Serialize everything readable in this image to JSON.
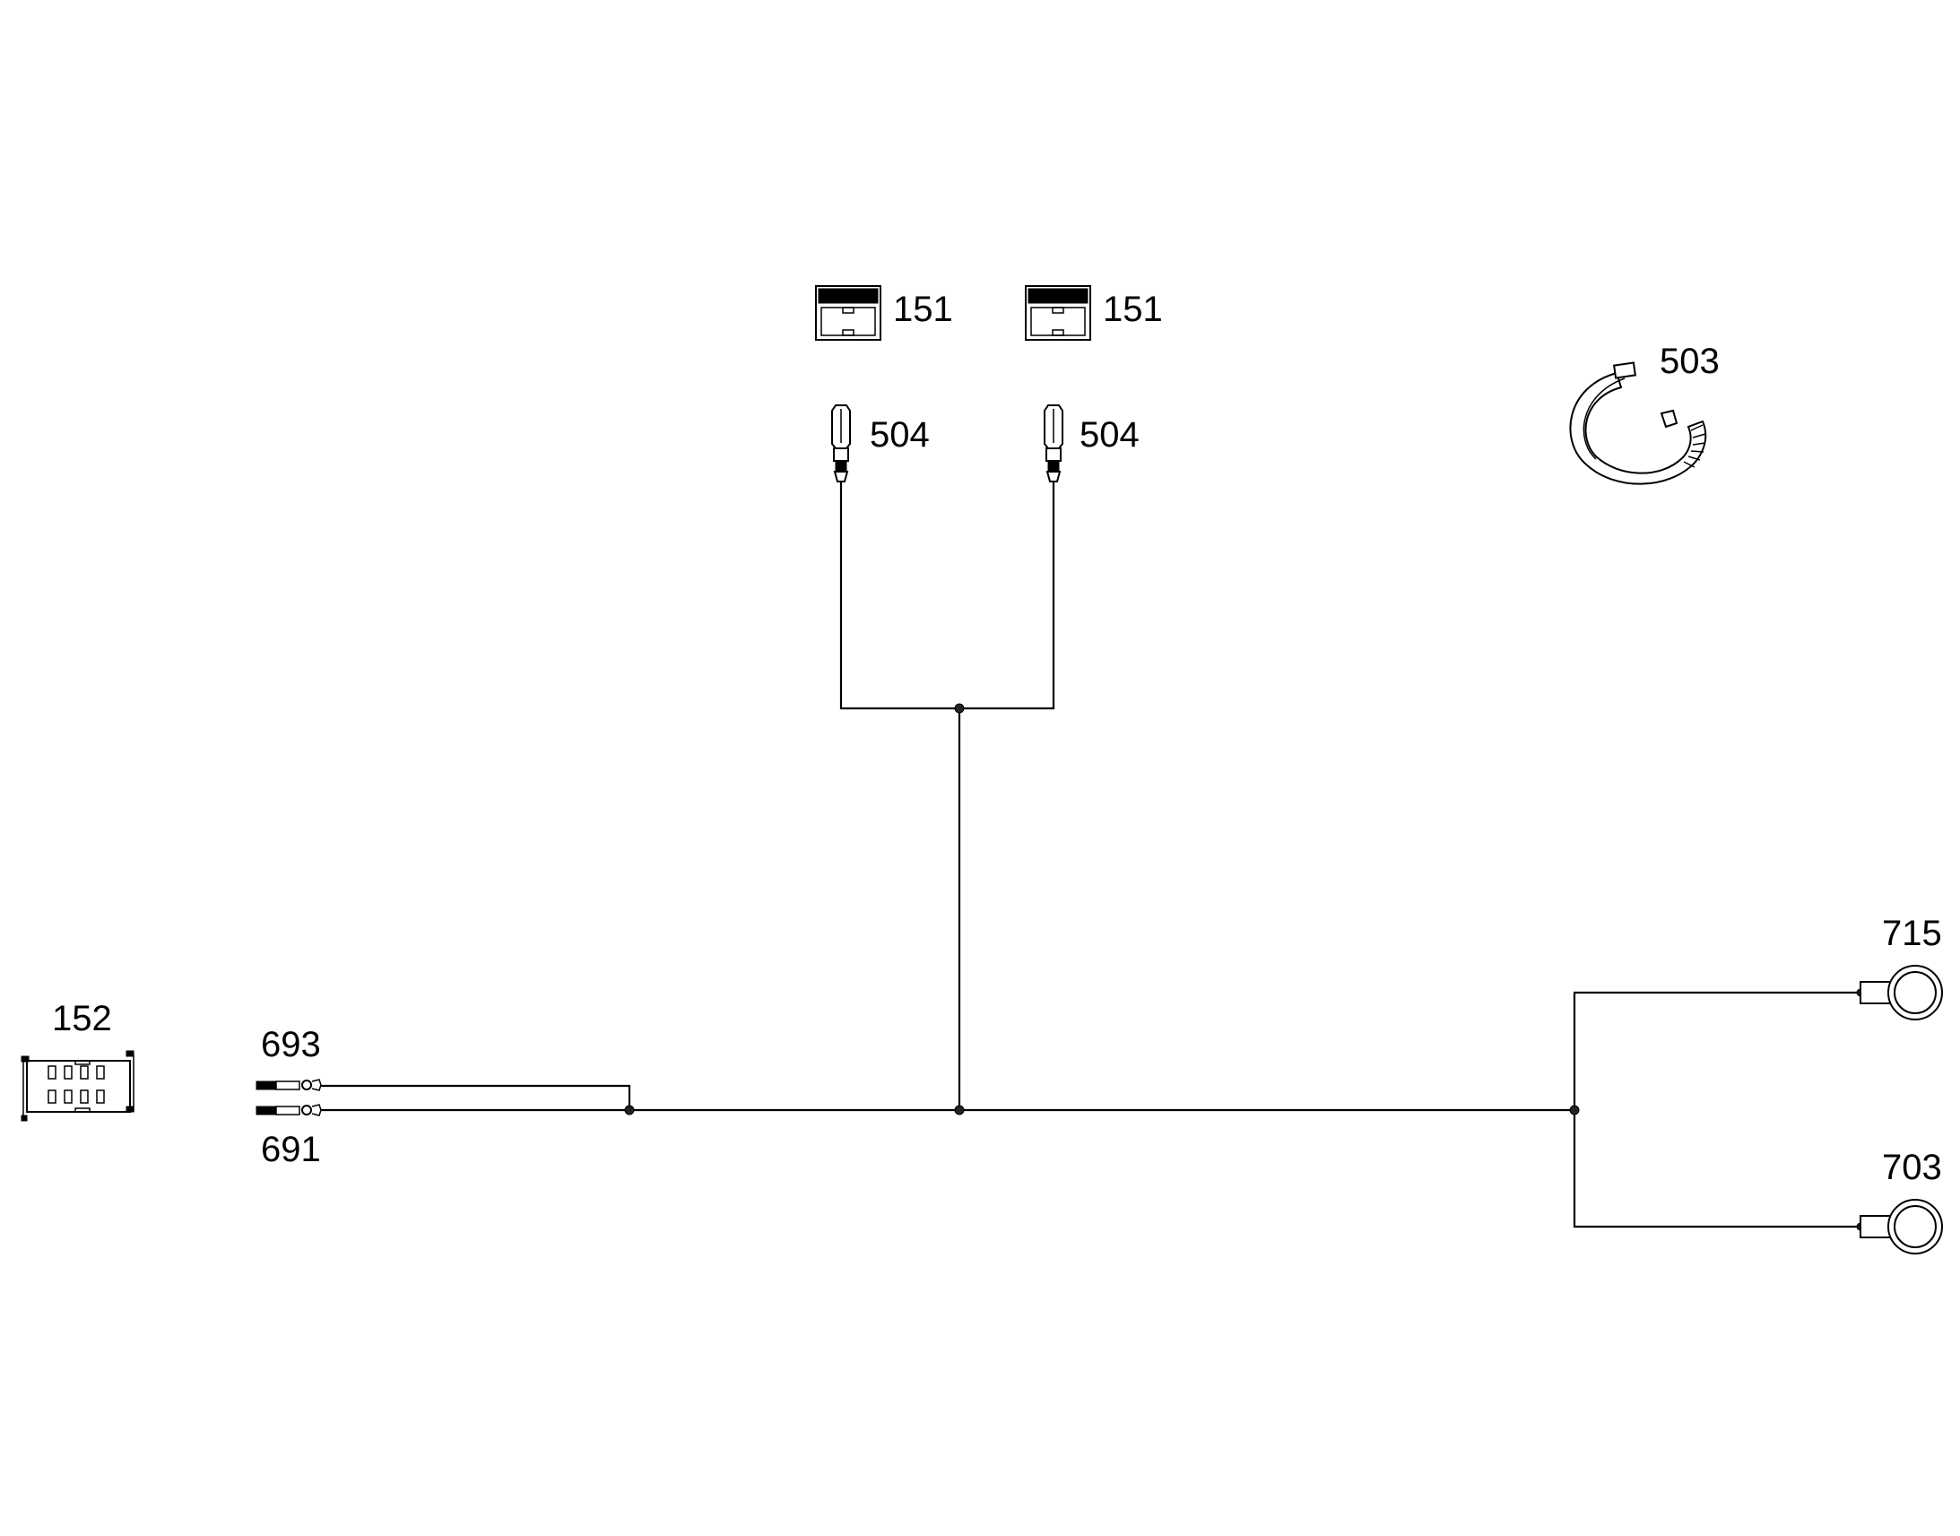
{
  "diagram": {
    "colors": {
      "line": "#000000",
      "background": "#ffffff"
    },
    "components": [
      {
        "id": "151a",
        "label": "151",
        "icon": "connector-housing-icon"
      },
      {
        "id": "151b",
        "label": "151",
        "icon": "connector-housing-icon"
      },
      {
        "id": "504a",
        "label": "504",
        "icon": "terminal-icon"
      },
      {
        "id": "504b",
        "label": "504",
        "icon": "terminal-icon"
      },
      {
        "id": "503",
        "label": "503",
        "icon": "cable-tie-icon"
      },
      {
        "id": "152",
        "label": "152",
        "icon": "multi-pin-connector-icon"
      },
      {
        "id": "693",
        "label": "693",
        "icon": "crimp-terminal-icon"
      },
      {
        "id": "691",
        "label": "691",
        "icon": "crimp-terminal-icon"
      },
      {
        "id": "715",
        "label": "715",
        "icon": "ring-terminal-icon"
      },
      {
        "id": "703",
        "label": "703",
        "icon": "ring-terminal-icon"
      }
    ]
  }
}
